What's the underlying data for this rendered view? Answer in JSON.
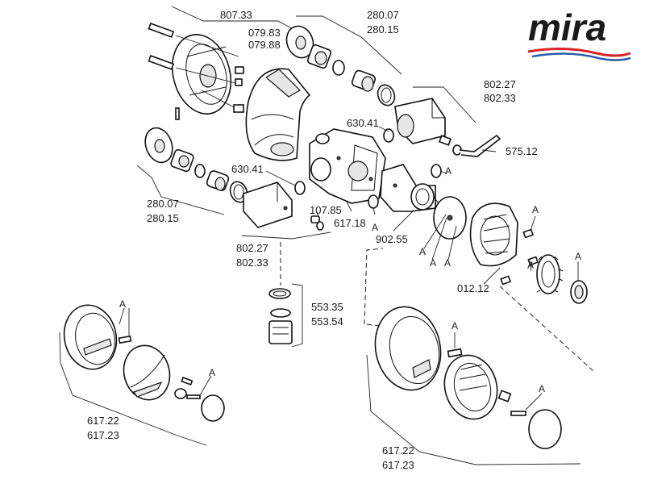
{
  "brand": {
    "logo_text": "mira",
    "colors": {
      "logo_text": "#1b1b1b",
      "swoosh_red": "#d8232a",
      "swoosh_blue": "#2a5ea8"
    }
  },
  "labels": {
    "p807_33": "807.33",
    "p079_83": "079.83",
    "p079_88": "079.88",
    "p280_07_top": "280.07",
    "p280_15_top": "280.15",
    "p802_27_top": "802.27",
    "p802_33_top": "802.33",
    "p630_41_a": "630.41",
    "p630_41_b": "630.41",
    "p575_12": "575.12",
    "p280_07_left": "280.07",
    "p280_15_left": "280.15",
    "p107_85": "107.85",
    "p617_18": "617.18",
    "p902_55": "902.55",
    "p802_27_mid": "802.27",
    "p802_33_mid": "802.33",
    "p012_12": "012.12",
    "p553_35": "553.35",
    "p553_54": "553.54",
    "p617_22_left": "617.22",
    "p617_23_left": "617.23",
    "p617_22_right": "617.22",
    "p617_23_right": "617.23"
  },
  "a_marker": "A"
}
